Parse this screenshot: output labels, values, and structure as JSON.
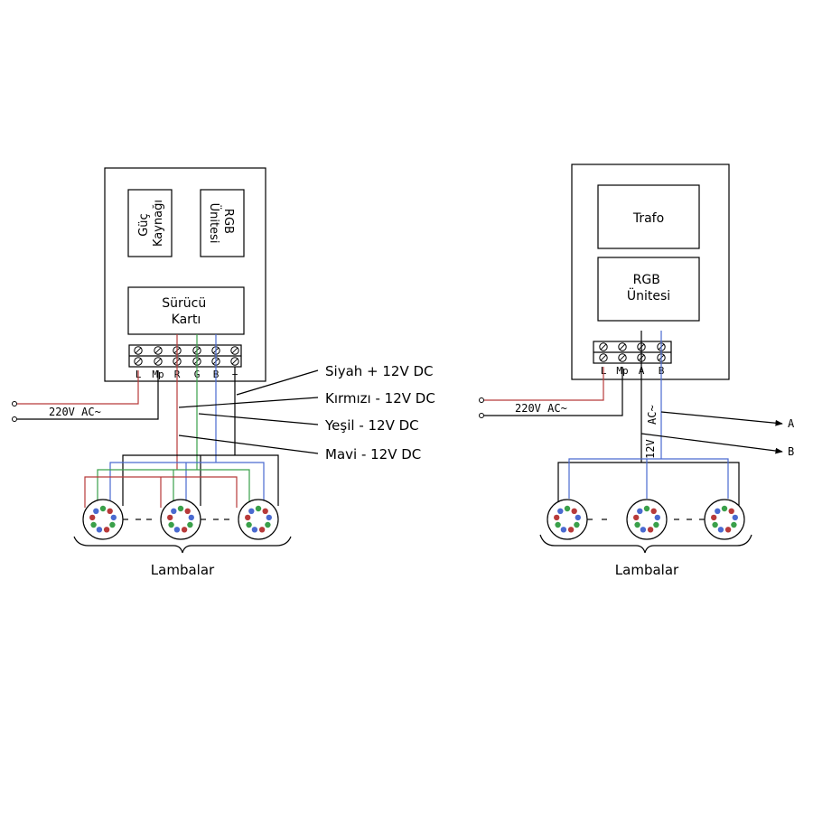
{
  "left": {
    "power_supply": [
      "Güç",
      "Kaynağı"
    ],
    "rgb_unit": [
      "RGB",
      "Ünitesi"
    ],
    "driver_card": [
      "Sürücü",
      "Kartı"
    ],
    "terminals": [
      "L",
      "Mp",
      "R",
      "G",
      "B",
      "+"
    ],
    "mains_label": "220V  AC~",
    "callouts": [
      "Siyah + 12V DC",
      "Kırmızı - 12V DC",
      "Yeşil - 12V DC",
      "Mavi - 12V DC"
    ],
    "lamps_label": "Lambalar"
  },
  "right": {
    "transformer": "Trafo",
    "rgb_unit": [
      "RGB",
      "Ünitesi"
    ],
    "terminals": [
      "L",
      "Mp",
      "A",
      "B"
    ],
    "mains_label": "220V  AC~",
    "ac_label": "AC~",
    "v12_label": "12V",
    "out_a": "A",
    "out_b": "B",
    "lamps_label": "Lambalar"
  },
  "colors": {
    "black": "#000000",
    "red": "#b83a3a",
    "green": "#3aa04a",
    "blue": "#4a6ad0"
  }
}
